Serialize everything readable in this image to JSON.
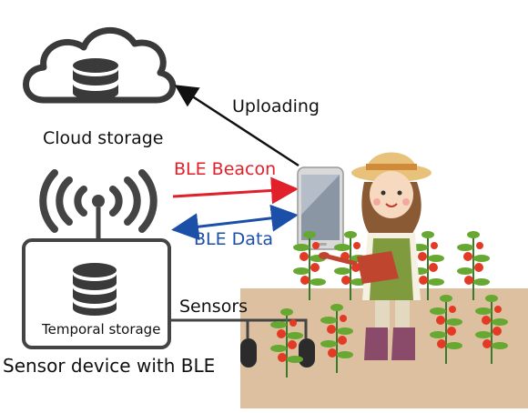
{
  "labels": {
    "cloud_storage": "Cloud storage",
    "uploading": "Uploading",
    "ble_beacon": "BLE Beacon",
    "ble_data": "BLE Data",
    "sensors": "Sensors",
    "temporal_storage": "Temporal storage",
    "sensor_device": "Sensor device with BLE"
  },
  "colors": {
    "beacon_arrow": "#e0202a",
    "data_arrow": "#1c4fa8",
    "upload_arrow": "#111111",
    "soil": "#dcc0a0",
    "outline": "#444444"
  },
  "icons": [
    "cloud-icon",
    "database-icon",
    "wireless-signal-icon",
    "smartphone-icon",
    "farmer-illustration",
    "tomato-plant-icon",
    "soil-sensor-icon"
  ]
}
